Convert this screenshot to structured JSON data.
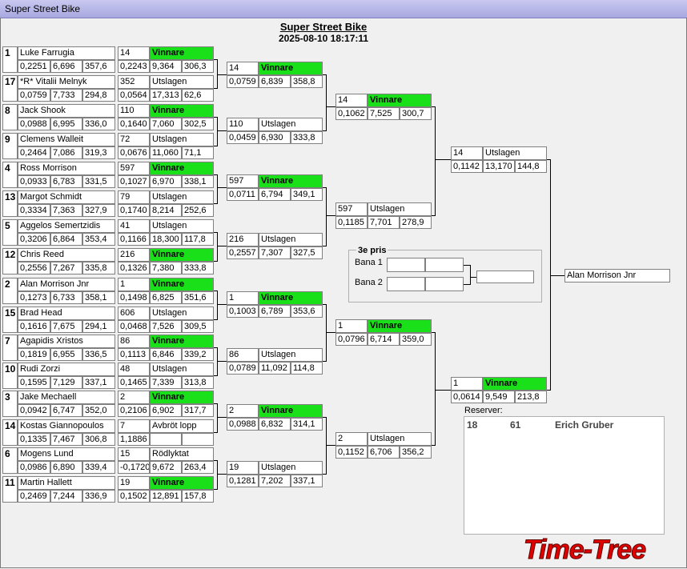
{
  "window": {
    "title": "Super Street Bike"
  },
  "header": {
    "title": "Super Street Bike",
    "datetime": "2025-08-10 18:17:11"
  },
  "round1": [
    {
      "seed": "1",
      "name": "Luke Farrugia",
      "v": [
        "0,2251",
        "6,696",
        "357,6"
      ]
    },
    {
      "seed": "17",
      "name": "*R* Vitalii Melnyk",
      "v": [
        "0,0759",
        "7,733",
        "294,8"
      ]
    },
    {
      "seed": "8",
      "name": "Jack Shook",
      "v": [
        "0,0988",
        "6,995",
        "336,0"
      ]
    },
    {
      "seed": "9",
      "name": "Clemens Walleit",
      "v": [
        "0,2464",
        "7,086",
        "319,3"
      ]
    },
    {
      "seed": "4",
      "name": "Ross Morrison",
      "v": [
        "0,0933",
        "6,783",
        "331,5"
      ]
    },
    {
      "seed": "13",
      "name": "Margot Schmidt",
      "v": [
        "0,3334",
        "7,363",
        "327,9"
      ]
    },
    {
      "seed": "5",
      "name": "Aggelos Semertzidis",
      "v": [
        "0,3206",
        "6,864",
        "353,4"
      ]
    },
    {
      "seed": "12",
      "name": "Chris Reed",
      "v": [
        "0,2556",
        "7,267",
        "335,8"
      ]
    },
    {
      "seed": "2",
      "name": "Alan Morrison Jnr",
      "v": [
        "0,1273",
        "6,733",
        "358,1"
      ]
    },
    {
      "seed": "15",
      "name": "Brad Head",
      "v": [
        "0,1616",
        "7,675",
        "294,1"
      ]
    },
    {
      "seed": "7",
      "name": "Agapidis Xristos",
      "v": [
        "0,1819",
        "6,955",
        "336,5"
      ]
    },
    {
      "seed": "10",
      "name": "Rudi Zorzi",
      "v": [
        "0,1595",
        "7,129",
        "337,1"
      ]
    },
    {
      "seed": "3",
      "name": "Jake Mechaell",
      "v": [
        "0,0942",
        "6,747",
        "352,0"
      ]
    },
    {
      "seed": "14",
      "name": "Kostas Giannopoulos",
      "v": [
        "0,1335",
        "7,467",
        "306,8"
      ]
    },
    {
      "seed": "6",
      "name": "Mogens Lund",
      "v": [
        "0,0986",
        "6,890",
        "339,4"
      ]
    },
    {
      "seed": "11",
      "name": "Martin Hallett",
      "v": [
        "0,2469",
        "7,244",
        "336,9"
      ]
    }
  ],
  "round2": [
    {
      "num": "14",
      "status": "Vinnare",
      "win": true,
      "v": [
        "0,2243",
        "9,364",
        "306,3"
      ]
    },
    {
      "num": "352",
      "status": "Utslagen",
      "win": false,
      "v": [
        "0,0564",
        "17,313",
        "62,6"
      ]
    },
    {
      "num": "110",
      "status": "Vinnare",
      "win": true,
      "v": [
        "0,1640",
        "7,060",
        "302,5"
      ]
    },
    {
      "num": "72",
      "status": "Utslagen",
      "win": false,
      "v": [
        "0,0676",
        "11,060",
        "71,1"
      ]
    },
    {
      "num": "597",
      "status": "Vinnare",
      "win": true,
      "v": [
        "0,1027",
        "6,970",
        "338,1"
      ]
    },
    {
      "num": "79",
      "status": "Utslagen",
      "win": false,
      "v": [
        "0,1740",
        "8,214",
        "252,6"
      ]
    },
    {
      "num": "41",
      "status": "Utslagen",
      "win": false,
      "v": [
        "0,1166",
        "18,300",
        "117,8"
      ]
    },
    {
      "num": "216",
      "status": "Vinnare",
      "win": true,
      "v": [
        "0,1326",
        "7,380",
        "333,8"
      ]
    },
    {
      "num": "1",
      "status": "Vinnare",
      "win": true,
      "v": [
        "0,1498",
        "6,825",
        "351,6"
      ]
    },
    {
      "num": "606",
      "status": "Utslagen",
      "win": false,
      "v": [
        "0,0468",
        "7,526",
        "309,5"
      ]
    },
    {
      "num": "86",
      "status": "Vinnare",
      "win": true,
      "v": [
        "0,1113",
        "6,846",
        "339,2"
      ]
    },
    {
      "num": "48",
      "status": "Utslagen",
      "win": false,
      "v": [
        "0,1465",
        "7,339",
        "313,8"
      ]
    },
    {
      "num": "2",
      "status": "Vinnare",
      "win": true,
      "v": [
        "0,2106",
        "6,902",
        "317,7"
      ]
    },
    {
      "num": "7",
      "status": "Avbröt lopp",
      "win": false,
      "v": [
        "1,1886",
        "",
        ""
      ]
    },
    {
      "num": "15",
      "status": "Rödlyktat",
      "win": false,
      "v": [
        "-0,1720",
        "9,672",
        "263,4"
      ]
    },
    {
      "num": "19",
      "status": "Vinnare",
      "win": true,
      "v": [
        "0,1502",
        "12,891",
        "157,8"
      ]
    }
  ],
  "round3": [
    {
      "num": "14",
      "status": "Vinnare",
      "win": true,
      "v": [
        "0,0759",
        "6,839",
        "358,8"
      ]
    },
    {
      "num": "110",
      "status": "Utslagen",
      "win": false,
      "v": [
        "0,0459",
        "6,930",
        "333,8"
      ]
    },
    {
      "num": "597",
      "status": "Vinnare",
      "win": true,
      "v": [
        "0,0711",
        "6,794",
        "349,1"
      ]
    },
    {
      "num": "216",
      "status": "Utslagen",
      "win": false,
      "v": [
        "0,2557",
        "7,307",
        "327,5"
      ]
    },
    {
      "num": "1",
      "status": "Vinnare",
      "win": true,
      "v": [
        "0,1003",
        "6,789",
        "353,6"
      ]
    },
    {
      "num": "86",
      "status": "Utslagen",
      "win": false,
      "v": [
        "0,0789",
        "11,092",
        "114,8"
      ]
    },
    {
      "num": "2",
      "status": "Vinnare",
      "win": true,
      "v": [
        "0,0988",
        "6,832",
        "314,1"
      ]
    },
    {
      "num": "19",
      "status": "Utslagen",
      "win": false,
      "v": [
        "0,1281",
        "7,202",
        "337,1"
      ]
    }
  ],
  "round4": [
    {
      "num": "14",
      "status": "Vinnare",
      "win": true,
      "v": [
        "0,1062",
        "7,525",
        "300,7"
      ]
    },
    {
      "num": "597",
      "status": "Utslagen",
      "win": false,
      "v": [
        "0,1185",
        "7,701",
        "278,9"
      ]
    },
    {
      "num": "1",
      "status": "Vinnare",
      "win": true,
      "v": [
        "0,0796",
        "6,714",
        "359,0"
      ]
    },
    {
      "num": "2",
      "status": "Utslagen",
      "win": false,
      "v": [
        "0,1152",
        "6,706",
        "356,2"
      ]
    }
  ],
  "round5": [
    {
      "num": "14",
      "status": "Utslagen",
      "win": false,
      "v": [
        "0,1142",
        "13,170",
        "144,8"
      ]
    },
    {
      "num": "1",
      "status": "Vinnare",
      "win": true,
      "v": [
        "0,0614",
        "9,549",
        "213,8"
      ]
    }
  ],
  "champion": "Alan Morrison Jnr",
  "third": {
    "title": "3e pris",
    "lane1": "Bana 1",
    "lane2": "Bana 2"
  },
  "reserves": {
    "label": "Reserver:",
    "items": [
      {
        "seed": "18",
        "num": "61",
        "name": "Erich Gruber"
      }
    ]
  },
  "logo": {
    "text": "Time-Tree",
    "color": "#e00000"
  },
  "colors": {
    "winner": "#19e019",
    "titlebar": "#b8b8e8"
  }
}
